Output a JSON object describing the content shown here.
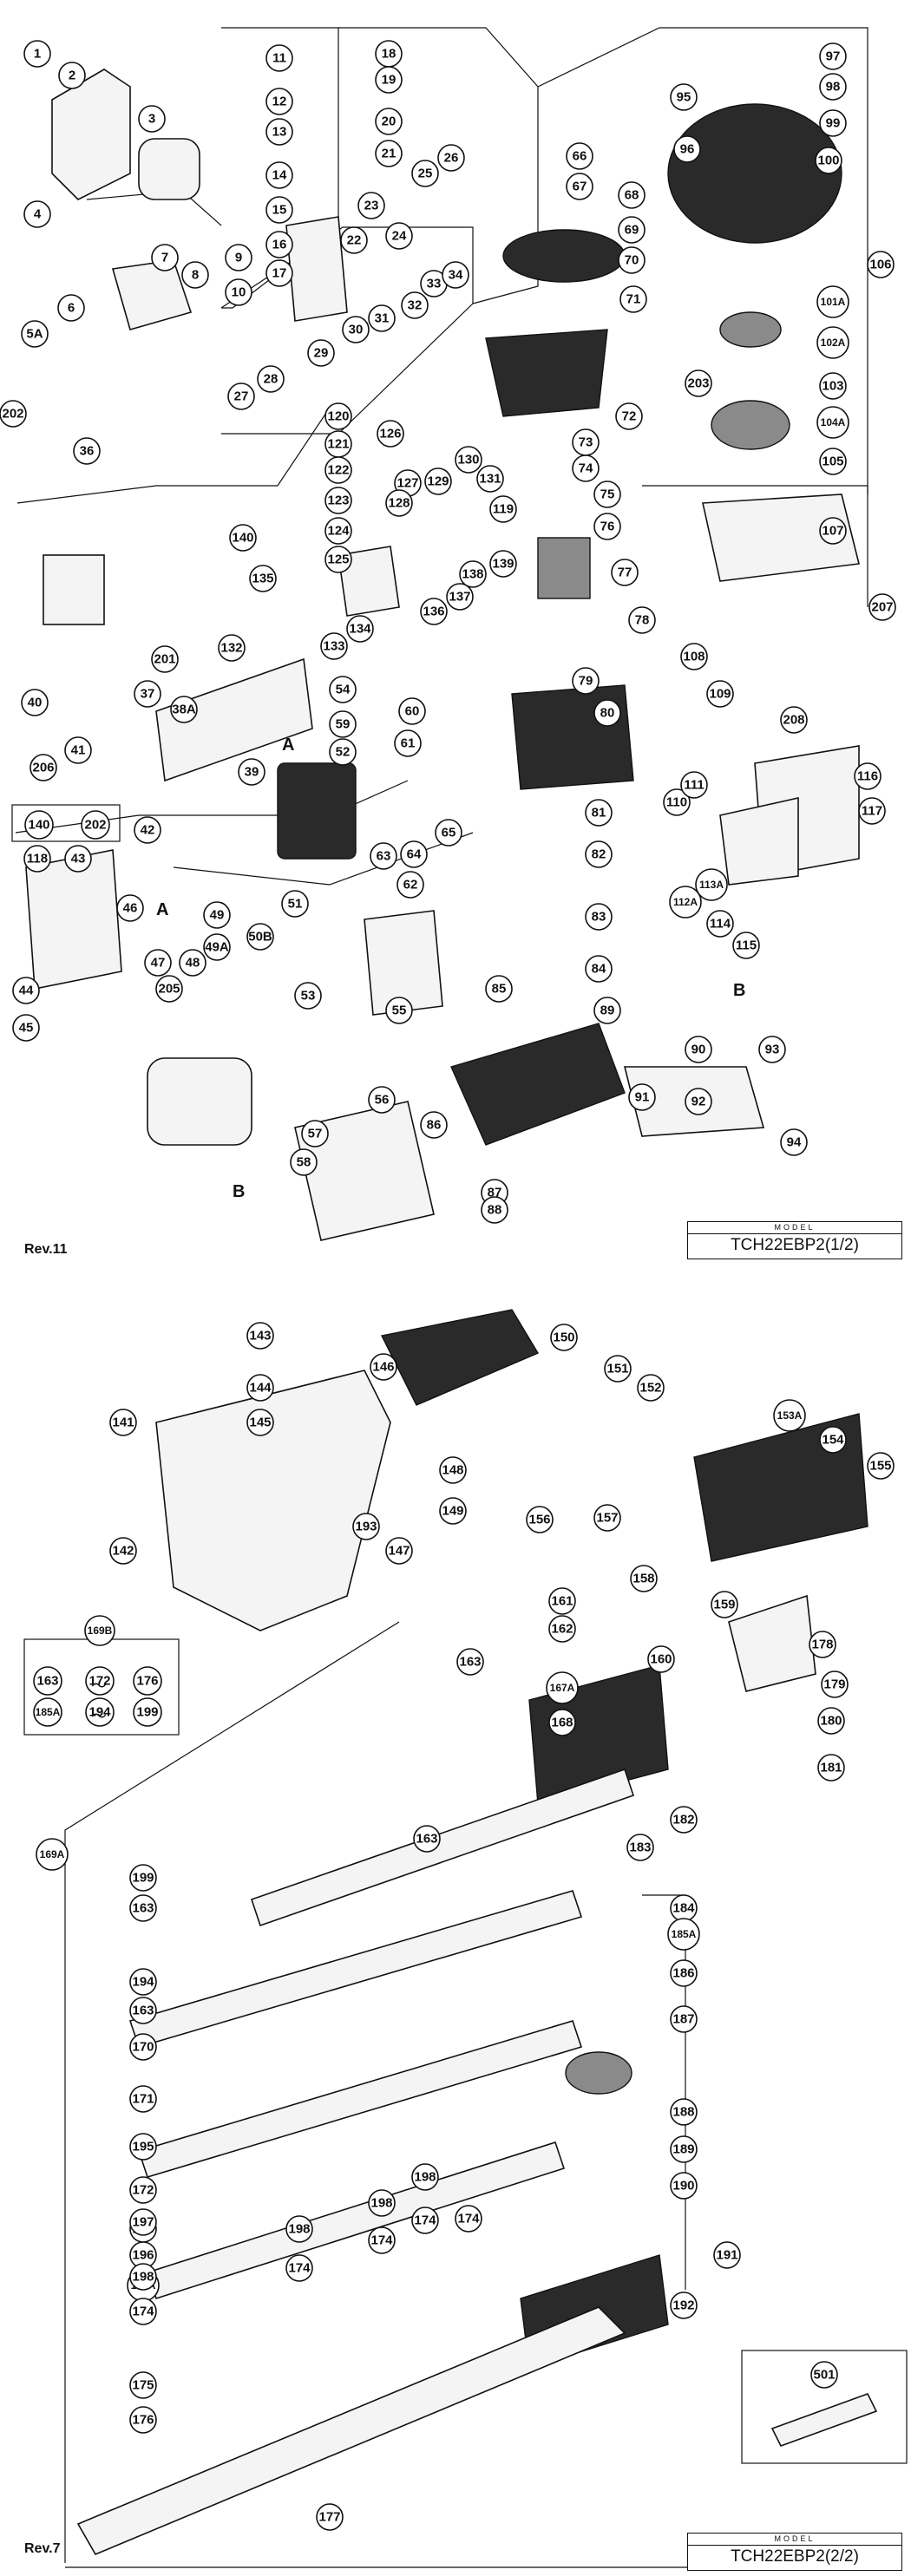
{
  "page1": {
    "revision": "Rev.11",
    "model_caption": "MODEL",
    "model": "TCH22EBP2(1/2)",
    "callouts": [
      "1",
      "2",
      "3",
      "4",
      "5A",
      "6",
      "7",
      "8",
      "9",
      "10",
      "11",
      "12",
      "13",
      "14",
      "15",
      "16",
      "17",
      "18",
      "19",
      "20",
      "21",
      "22",
      "23",
      "24",
      "25",
      "26",
      "27",
      "28",
      "29",
      "30",
      "31",
      "32",
      "33",
      "34",
      "36",
      "37",
      "38A",
      "39",
      "40",
      "41",
      "42",
      "43",
      "44",
      "45",
      "46",
      "47",
      "48",
      "49",
      "49A",
      "50B",
      "51",
      "52",
      "53",
      "54",
      "55",
      "56",
      "57",
      "58",
      "59",
      "60",
      "61",
      "62",
      "63",
      "64",
      "65",
      "66",
      "67",
      "68",
      "69",
      "70",
      "71",
      "72",
      "73",
      "74",
      "75",
      "76",
      "77",
      "78",
      "79",
      "80",
      "81",
      "82",
      "83",
      "84",
      "85",
      "86",
      "87",
      "88",
      "89",
      "90",
      "91",
      "92",
      "93",
      "94",
      "95",
      "96",
      "97",
      "98",
      "99",
      "100",
      "101A",
      "102A",
      "103",
      "104A",
      "105",
      "106",
      "107",
      "108",
      "109",
      "110",
      "111",
      "112A",
      "113A",
      "114",
      "115",
      "116",
      "117",
      "118",
      "119",
      "120",
      "121",
      "122",
      "123",
      "124",
      "125",
      "126",
      "127",
      "128",
      "129",
      "130",
      "131",
      "132",
      "133",
      "134",
      "135",
      "136",
      "137",
      "138",
      "139",
      "140",
      "201",
      "202",
      "203",
      "205",
      "206",
      "207",
      "208"
    ],
    "letters": [
      "A",
      "A",
      "B",
      "B"
    ],
    "kit_206": [
      "140",
      "202"
    ]
  },
  "page2": {
    "revision": "Rev.7",
    "model_caption": "MODEL",
    "model": "TCH22EBP2(2/2)",
    "callouts": [
      "141",
      "142",
      "143",
      "144",
      "145",
      "146",
      "147",
      "148",
      "149",
      "150",
      "151",
      "152",
      "153A",
      "154",
      "155",
      "156",
      "157",
      "158",
      "159",
      "160",
      "161",
      "162",
      "163",
      "167A",
      "168",
      "169A",
      "170",
      "171",
      "172",
      "173",
      "174",
      "175",
      "176",
      "177",
      "178",
      "179",
      "180",
      "181",
      "182",
      "183",
      "184",
      "185A",
      "186",
      "187",
      "188",
      "189",
      "190",
      "191",
      "192",
      "193",
      "194",
      "195",
      "196",
      "196A",
      "197",
      "198",
      "199",
      "501"
    ],
    "kit_169B": {
      "label": "169B",
      "row1": [
        "163",
        "172",
        "176"
      ],
      "row2": [
        "185A",
        "194",
        "199"
      ]
    }
  },
  "colors": {
    "ink": "#111111",
    "paper": "#ffffff",
    "shade": "#8a8a8a",
    "dark": "#2a2a2a"
  }
}
